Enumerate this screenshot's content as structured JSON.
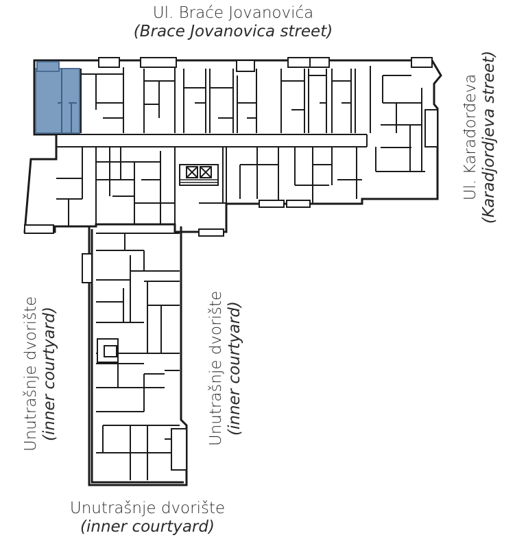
{
  "labels": {
    "top_street": {
      "name": "Ul. Braće Jovanovića",
      "translation": "(Brace Jovanovica street)"
    },
    "right_street": {
      "name": "Ul. Karađorđeva",
      "translation": "(Karadjordjeva street)"
    },
    "left_courtyard": {
      "name": "Unutrašnje dvorište",
      "translation": "(inner courtyard)"
    },
    "middle_courtyard": {
      "name": "Unutrašnje dvorište",
      "translation": "(inner courtyard)"
    },
    "bottom_courtyard": {
      "name": "Unutrašnje dvorište",
      "translation": "(inner courtyard)"
    }
  },
  "colors": {
    "wall": "#1a1a1a",
    "highlight_unit": "#7c9cc0",
    "highlight_stroke": "#4c6d93",
    "background": "#ffffff"
  }
}
